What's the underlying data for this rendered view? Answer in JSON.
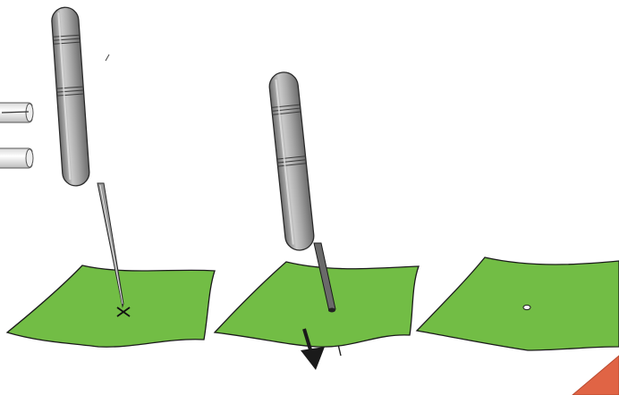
{
  "figure": {
    "panels": [
      {
        "step": 1,
        "action": "mark",
        "marker": "cross-mark"
      },
      {
        "step": 2,
        "action": "pierce",
        "direction": "down"
      },
      {
        "step": 3,
        "action": "result",
        "marker": "hole"
      }
    ],
    "side_items": [
      "needle-tube",
      "empty-tube"
    ],
    "colors": {
      "sheet": "#72bd45",
      "sheet_outline": "#1b1b1b",
      "handle": "#a8a8a8",
      "handle_shade": "#7d7d7d",
      "needle": "#555555",
      "arrow": "#1a1a1a",
      "corner": "#e06445"
    }
  }
}
